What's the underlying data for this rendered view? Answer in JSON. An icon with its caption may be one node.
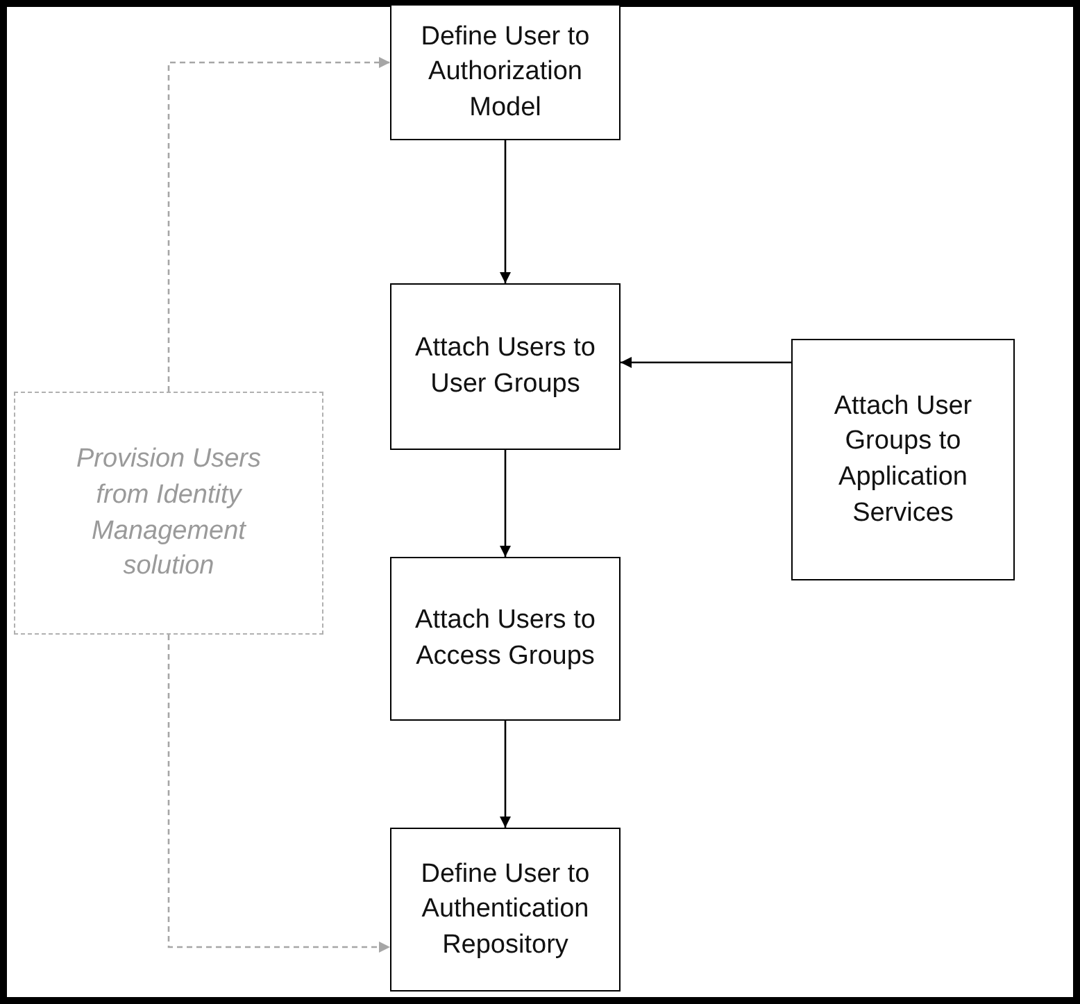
{
  "diagram": {
    "nodes": [
      {
        "text": [
          "Define User to Authorization Model"
        ]
      },
      {
        "text": [
          "Attach Users to User Groups"
        ]
      },
      {
        "text": [
          "Attach User Groups to Application Services"
        ]
      },
      {
        "text": [
          "Attach Users to Access Groups"
        ]
      },
      {
        "text": [
          "Define User to Authentication Repository"
        ]
      },
      {
        "text": [
          "Provision Users from Identity Management solution"
        ]
      }
    ],
    "edges": [
      {
        "from": 0,
        "to": 1,
        "arrow": "to"
      },
      {
        "from": 2,
        "to": 1,
        "arrow": "to"
      },
      {
        "from": 1,
        "to": 3,
        "arrow": "to"
      },
      {
        "from": 3,
        "to": 4,
        "arrow": "to"
      },
      {
        "from": 5,
        "to": 0,
        "arrow": "to",
        "style": "dashed",
        "color": "#a6a6a6"
      },
      {
        "from": 5,
        "to": 4,
        "arrow": "to",
        "style": "dashed",
        "color": "#a6a6a6"
      }
    ]
  }
}
